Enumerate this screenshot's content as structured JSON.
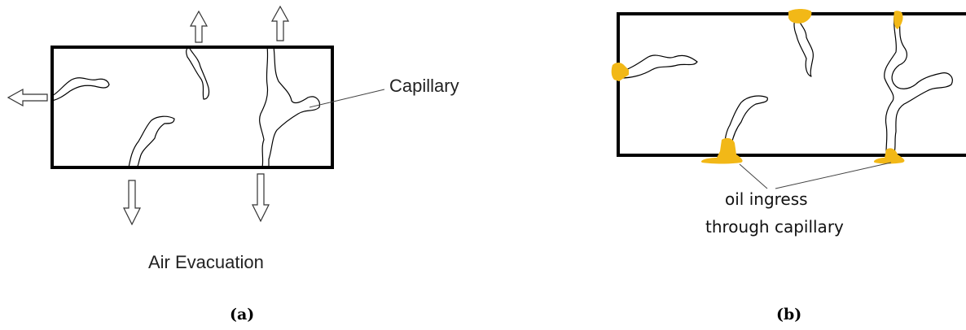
{
  "panel_a": {
    "capillary_label": "Capillary",
    "evacuation_label": "Air Evacuation",
    "caption": "(a)"
  },
  "panel_b": {
    "oil_label_line1": "oil ingress",
    "oil_label_line2": "through capillary",
    "caption": "(b)"
  },
  "colors": {
    "oil": "#f2b817",
    "outline": "#000000"
  }
}
